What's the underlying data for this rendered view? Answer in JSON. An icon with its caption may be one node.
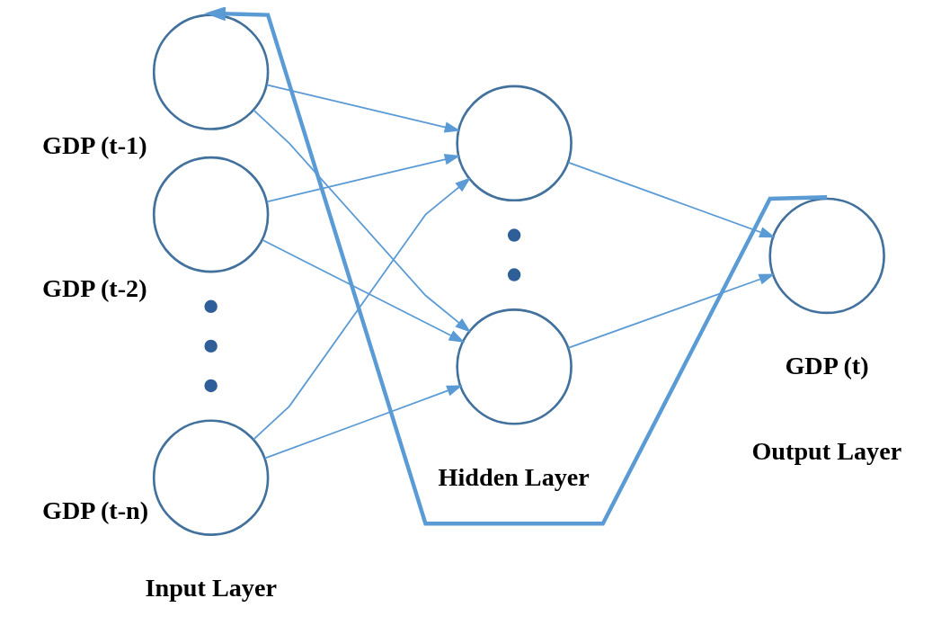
{
  "diagram": {
    "nodes": [
      {
        "text": [],
        "shape": "circle",
        "beside": [
          "GDP (t-1)"
        ]
      },
      {
        "text": [],
        "shape": "circle",
        "beside": [
          "GDP (t-2)"
        ]
      },
      {
        "text": [],
        "shape": "circle",
        "beside": [
          "GDP (t-n)"
        ]
      },
      {
        "text": [],
        "shape": "circle"
      },
      {
        "text": [],
        "shape": "circle"
      },
      {
        "text": [],
        "shape": "circle",
        "beside": [
          "GDP (t)"
        ]
      }
    ],
    "edges": [
      {
        "from": 0,
        "to": 3,
        "arrow": "to"
      },
      {
        "from": 0,
        "to": 4,
        "arrow": "to"
      },
      {
        "from": 1,
        "to": 3,
        "arrow": "to"
      },
      {
        "from": 1,
        "to": 4,
        "arrow": "to"
      },
      {
        "from": 2,
        "to": 3,
        "arrow": "to"
      },
      {
        "from": 2,
        "to": 4,
        "arrow": "to"
      },
      {
        "from": 3,
        "to": 5,
        "arrow": "to"
      },
      {
        "from": 4,
        "to": 5,
        "arrow": "to"
      },
      {
        "from": 5,
        "to": 0,
        "arrow": "to",
        "style": "thick"
      }
    ],
    "labels": [
      "Output Layer",
      "Input Layer",
      "Hidden Layer"
    ]
  }
}
